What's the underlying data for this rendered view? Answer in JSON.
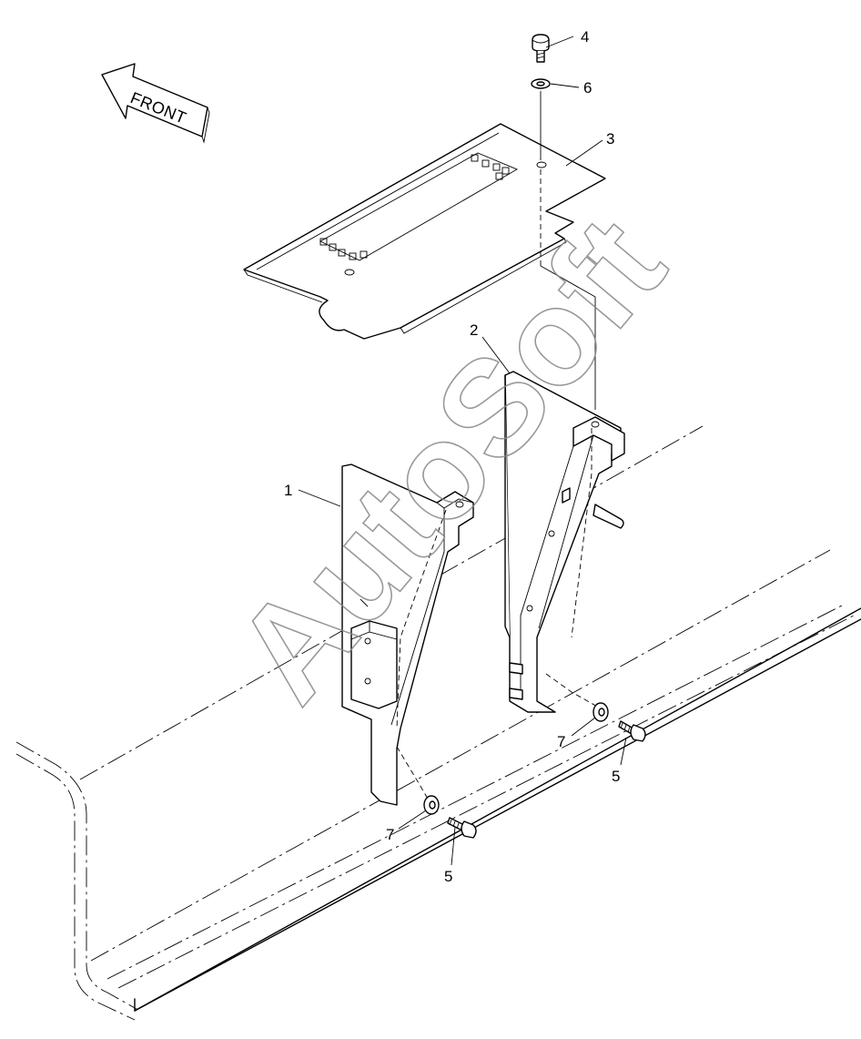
{
  "direction_label": "FRONT",
  "watermark": "AutoSoft",
  "callouts": [
    {
      "id": "1",
      "part": "left-bracket"
    },
    {
      "id": "2",
      "part": "right-bracket"
    },
    {
      "id": "3",
      "part": "cover-plate"
    },
    {
      "id": "4",
      "part": "top-bolt"
    },
    {
      "id": "5",
      "part": "bolt-right"
    },
    {
      "id": "5",
      "part": "bolt-left"
    },
    {
      "id": "6",
      "part": "top-washer"
    },
    {
      "id": "7",
      "part": "washer-right"
    },
    {
      "id": "7",
      "part": "washer-left"
    }
  ]
}
